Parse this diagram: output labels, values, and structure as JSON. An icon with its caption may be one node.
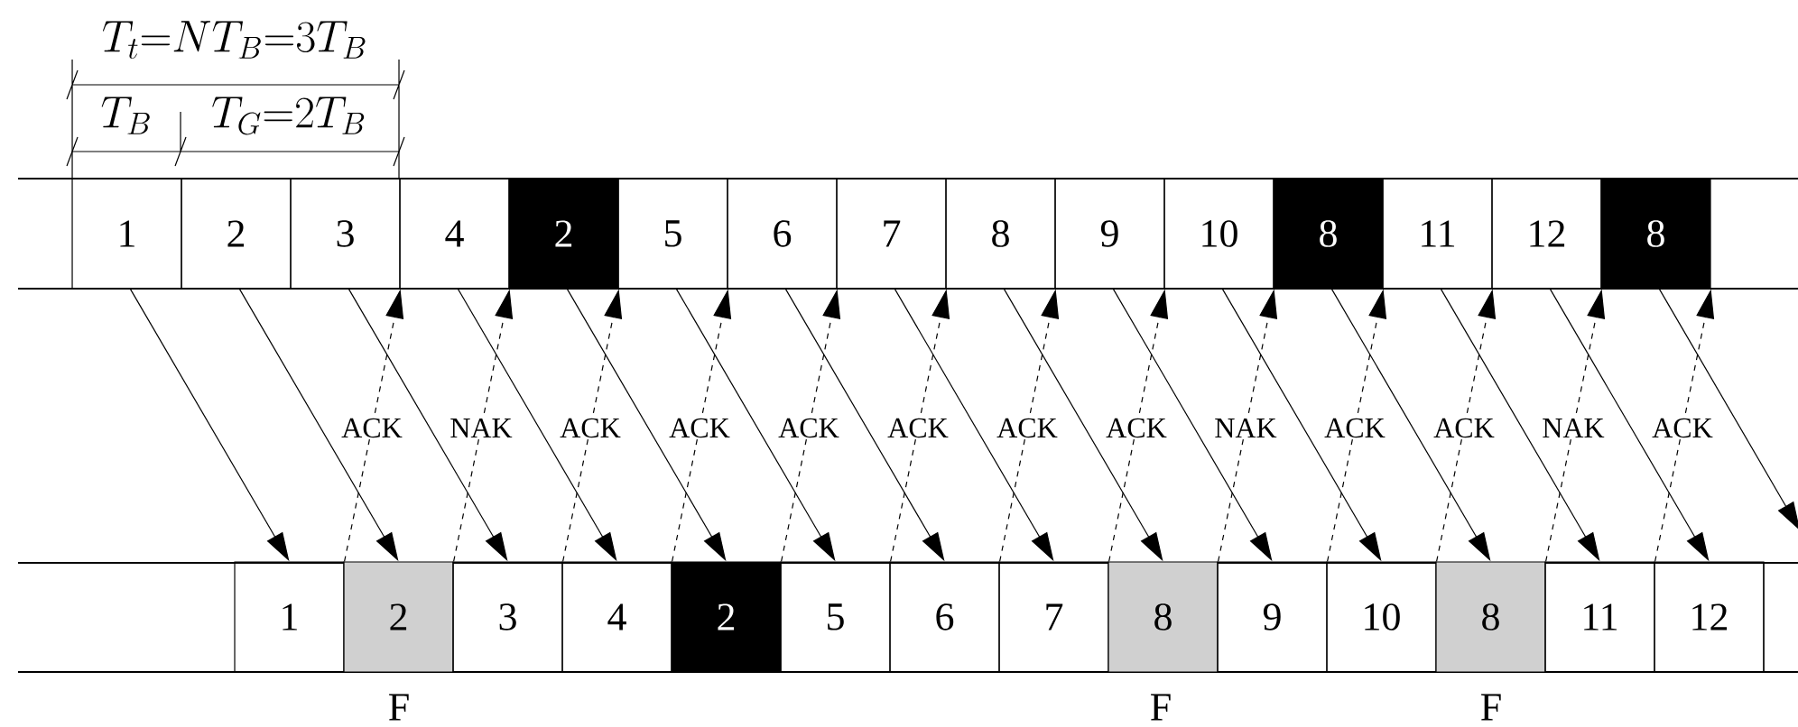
{
  "diagram": {
    "nodes": [
      {
        "text": [
          "1"
        ]
      },
      {
        "text": [
          "2"
        ]
      },
      {
        "text": [
          "3"
        ]
      },
      {
        "text": [
          "4"
        ]
      },
      {
        "text": [
          "2"
        ]
      },
      {
        "text": [
          "5"
        ]
      },
      {
        "text": [
          "6"
        ]
      },
      {
        "text": [
          "7"
        ]
      },
      {
        "text": [
          "8"
        ]
      },
      {
        "text": [
          "9"
        ]
      },
      {
        "text": [
          "10"
        ]
      },
      {
        "text": [
          "8"
        ]
      },
      {
        "text": [
          "11"
        ]
      },
      {
        "text": [
          "12"
        ]
      },
      {
        "text": [
          "8"
        ]
      },
      {
        "text": [
          "1"
        ]
      },
      {
        "text": [
          "2"
        ]
      },
      {
        "text": [
          "3"
        ]
      },
      {
        "text": [
          "4"
        ]
      },
      {
        "text": [
          "2"
        ]
      },
      {
        "text": [
          "5"
        ]
      },
      {
        "text": [
          "6"
        ]
      },
      {
        "text": [
          "7"
        ]
      },
      {
        "text": [
          "8"
        ]
      },
      {
        "text": [
          "9"
        ]
      },
      {
        "text": [
          "10"
        ]
      },
      {
        "text": [
          "8"
        ]
      },
      {
        "text": [
          "11"
        ]
      },
      {
        "text": [
          "12"
        ]
      }
    ],
    "edges": [
      {
        "from": 0,
        "to": 15,
        "arrow": "to"
      },
      {
        "from": 1,
        "to": 16,
        "arrow": "to"
      },
      {
        "from": 2,
        "to": 17,
        "arrow": "to"
      },
      {
        "from": 3,
        "to": 18,
        "arrow": "to"
      },
      {
        "from": 4,
        "to": 19,
        "arrow": "to"
      },
      {
        "from": 5,
        "to": 20,
        "arrow": "to"
      },
      {
        "from": 6,
        "to": 21,
        "arrow": "to"
      },
      {
        "from": 7,
        "to": 22,
        "arrow": "to"
      },
      {
        "from": 8,
        "to": 23,
        "arrow": "to"
      },
      {
        "from": 9,
        "to": 24,
        "arrow": "to"
      },
      {
        "from": 10,
        "to": 25,
        "arrow": "to"
      },
      {
        "from": 11,
        "to": 26,
        "arrow": "to"
      },
      {
        "from": 12,
        "to": 27,
        "arrow": "to"
      },
      {
        "from": 13,
        "to": 28,
        "arrow": "to"
      },
      {
        "from": 14,
        "to": null,
        "arrow": "to"
      },
      {
        "from": 15,
        "to": 2,
        "arrow": "to",
        "style": "dashed",
        "label": "ACK"
      },
      {
        "from": 16,
        "to": 3,
        "arrow": "to",
        "style": "dashed",
        "label": "NAK"
      },
      {
        "from": 17,
        "to": 4,
        "arrow": "to",
        "style": "dashed",
        "label": "ACK"
      },
      {
        "from": 18,
        "to": 5,
        "arrow": "to",
        "style": "dashed",
        "label": "ACK"
      },
      {
        "from": 19,
        "to": 6,
        "arrow": "to",
        "style": "dashed",
        "label": "ACK"
      },
      {
        "from": 20,
        "to": 7,
        "arrow": "to",
        "style": "dashed",
        "label": "ACK"
      },
      {
        "from": 21,
        "to": 8,
        "arrow": "to",
        "style": "dashed",
        "label": "ACK"
      },
      {
        "from": 22,
        "to": 9,
        "arrow": "to",
        "style": "dashed",
        "label": "ACK"
      },
      {
        "from": 23,
        "to": 10,
        "arrow": "to",
        "style": "dashed",
        "label": "NAK"
      },
      {
        "from": 24,
        "to": 11,
        "arrow": "to",
        "style": "dashed",
        "label": "ACK"
      },
      {
        "from": 25,
        "to": 12,
        "arrow": "to",
        "style": "dashed",
        "label": "ACK"
      },
      {
        "from": 26,
        "to": 13,
        "arrow": "to",
        "style": "dashed",
        "label": "NAK"
      },
      {
        "from": 27,
        "to": 14,
        "arrow": "to",
        "style": "dashed",
        "label": "ACK"
      }
    ],
    "labels": [
      "T_t{=}NT_B{=}3T_B",
      "T_B",
      "T_G{=}2T_B",
      "F",
      "F",
      "F"
    ]
  }
}
